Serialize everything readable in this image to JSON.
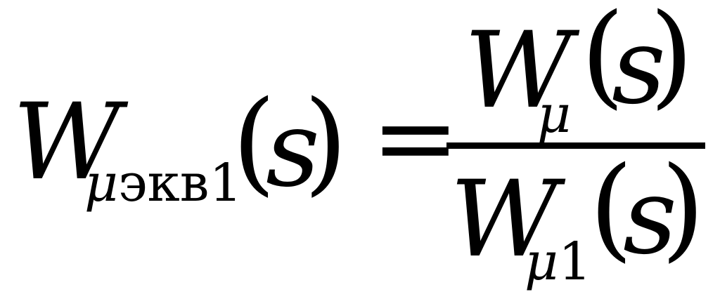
{
  "formula": {
    "lhs": {
      "symbol": "W",
      "subscript_mu": "μ",
      "subscript_rest": "экв1",
      "open_paren": "(",
      "variable": "s",
      "close_paren": ")"
    },
    "equals": "=",
    "numerator": {
      "symbol": "W",
      "subscript_mu": "μ",
      "open_paren": "(",
      "variable": "s",
      "close_paren": ")"
    },
    "denominator": {
      "symbol": "W",
      "subscript_mu": "μ",
      "subscript_rest": "1",
      "open_paren": "(",
      "variable": "s",
      "close_paren": ")"
    }
  }
}
